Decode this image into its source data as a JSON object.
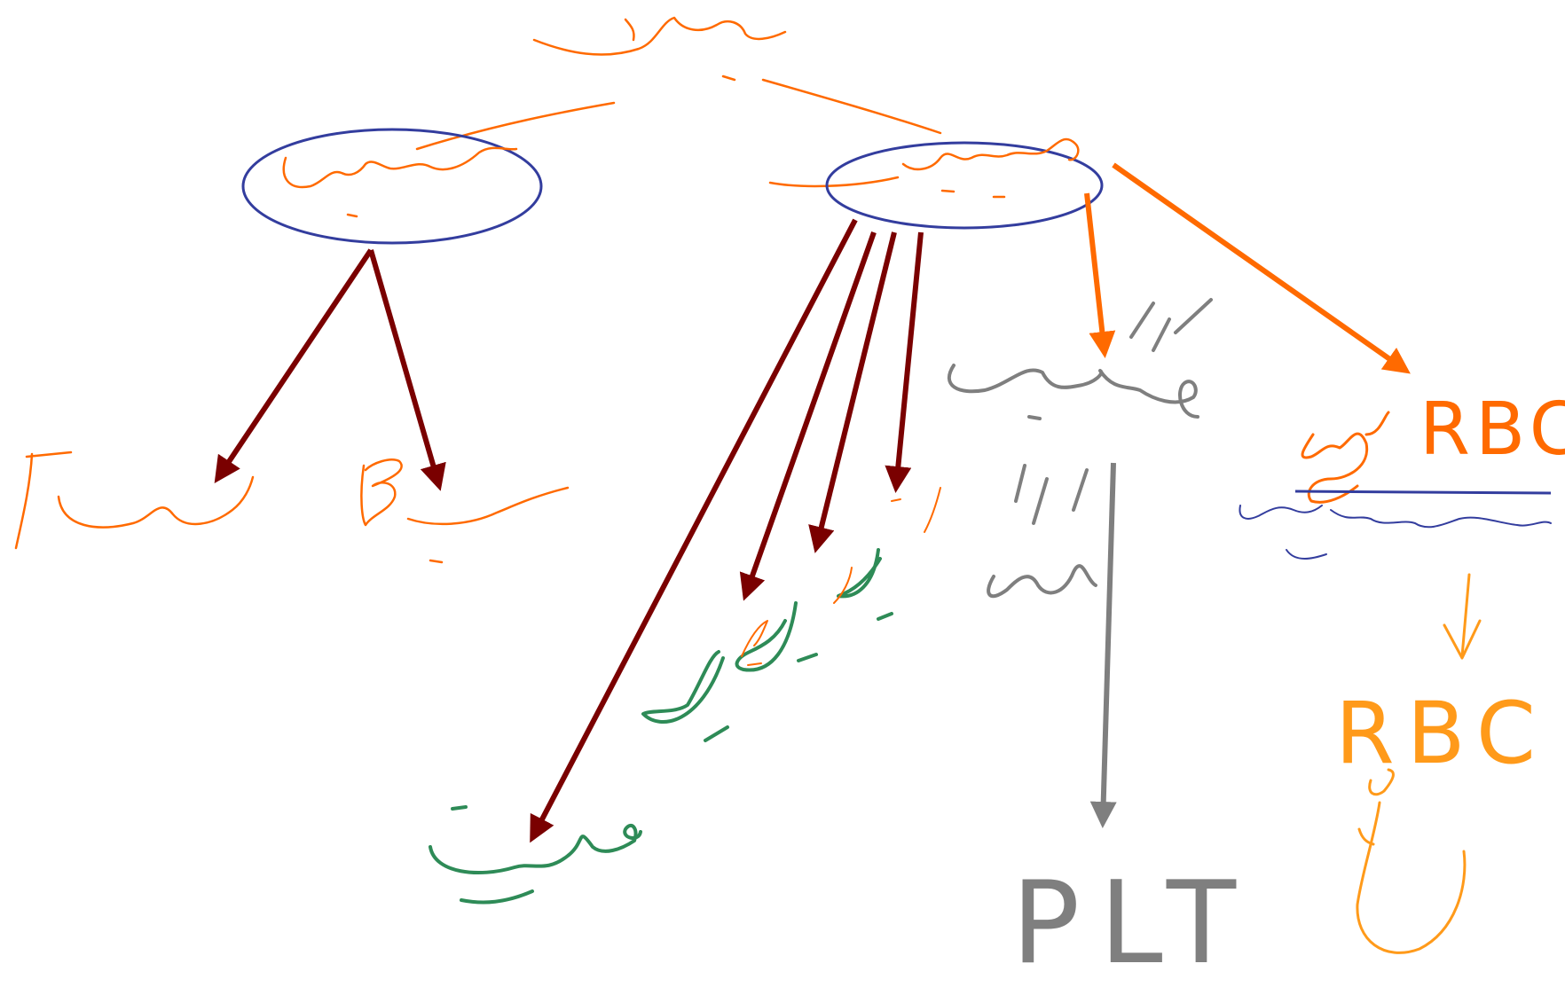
{
  "colors": {
    "orange": "#ff6a00",
    "orange_light": "#ff9a1a",
    "navy": "#333d9e",
    "maroon": "#7a0000",
    "green": "#2e8b57",
    "gray": "#7f7f7f"
  },
  "labels": {
    "rbc_top": "RBC",
    "rbc_bottom": "RBC",
    "plt": "PLT"
  },
  "handwriting": [
    "root-heading",
    "lymphoid-ellipse-label",
    "myeloid-ellipse-label",
    "lymphocyte-a-label",
    "lymphocyte-b-label",
    "megakaryocyte-label",
    "megakaryocyte-sublabel",
    "rbc-branch-script",
    "rbc-underline-note",
    "rbc-bottom-script",
    "monocyte-label",
    "neutrophil-label",
    "eosinophil-label",
    "basophil-label"
  ]
}
